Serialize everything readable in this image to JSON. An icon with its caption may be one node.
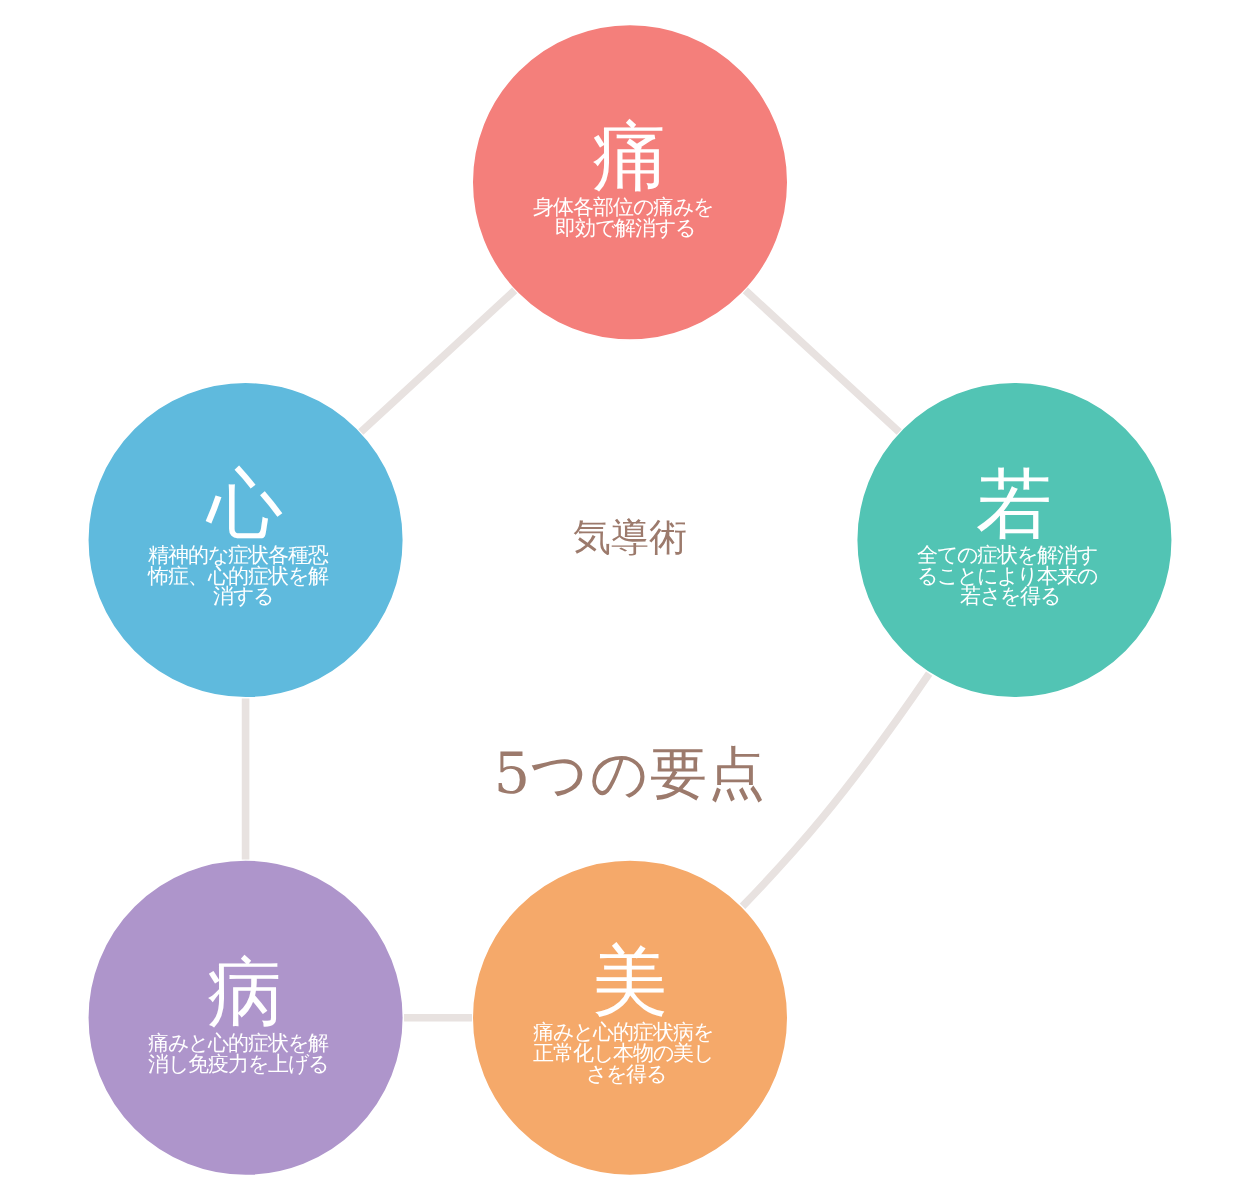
{
  "diagram": {
    "nodes": [
      {
        "text": [
          "痛",
          "身体各部位の痛みを即効で解消する"
        ]
      },
      {
        "text": [
          "若",
          "全ての症状を解消することにより本来の若さを得る"
        ]
      },
      {
        "text": [
          "心",
          "精神的な症状各種恐怖症、心的症状を解消する"
        ]
      },
      {
        "text": [
          "美",
          "痛みと心的症状病を正常化し本物の美しさを得る"
        ]
      },
      {
        "text": [
          "病",
          "痛みと心的症状を解消し免疫力を上げる"
        ]
      }
    ],
    "edges": [
      {
        "from": 0,
        "to": 2,
        "arrow": "none"
      },
      {
        "from": 2,
        "to": 4,
        "arrow": "none"
      },
      {
        "from": 4,
        "to": 3,
        "arrow": "none"
      },
      {
        "from": 3,
        "to": 1,
        "arrow": "none"
      },
      {
        "from": 1,
        "to": 0,
        "arrow": "none"
      }
    ],
    "labels": [
      "気導術",
      "5つの要点"
    ]
  }
}
